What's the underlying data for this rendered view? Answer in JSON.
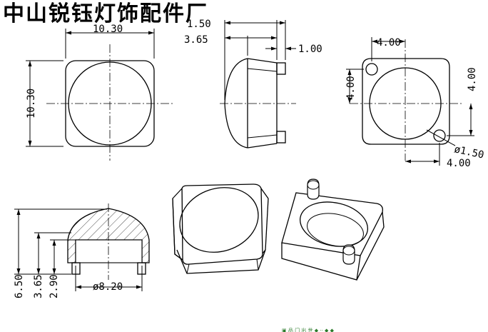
{
  "title": "中山锐钰灯饰配件厂",
  "dims": {
    "top_width": "10.30",
    "top_height": "10.30",
    "side_base": "1.50",
    "side_dome": "3.65",
    "side_tab": "1.00",
    "bottom_left": "4.00",
    "bottom_top": "4.00",
    "bottom_right": "4.00",
    "bottom_below": "4.00",
    "pin_dia": "ø1.50",
    "sec_total": "6.50",
    "sec_mid": "3.65",
    "sec_base": "2.90",
    "sec_dia": "ø8.20"
  },
  "taskbar_text": "▣ 品 门 出 世 ◆ ·· ◆ ◆"
}
